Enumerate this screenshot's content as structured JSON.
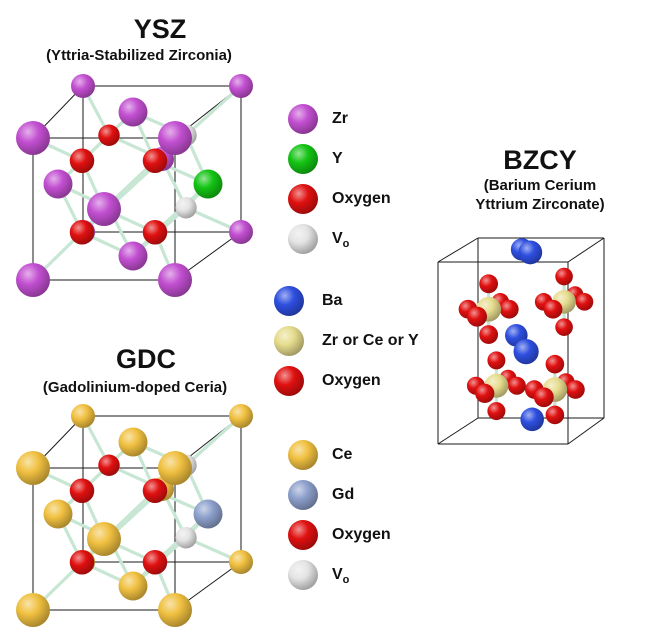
{
  "colors": {
    "zr": "#c24fd1",
    "y": "#14c414",
    "oxygen": "#e01010",
    "vacancy": "#e4e4e4",
    "ba": "#2e4fe0",
    "zr_ce_y": "#e6dc8e",
    "ce": "#f0c040",
    "gd": "#8da0cc"
  },
  "ysz": {
    "title": "YSZ",
    "subtitle": "(Yttria-Stabilized  Zirconia)",
    "legend": [
      {
        "label": "Zr",
        "color": "#c24fd1"
      },
      {
        "label": "Y",
        "color": "#14c414"
      },
      {
        "label": "Oxygen",
        "color": "#e01010"
      },
      {
        "label": "V",
        "sub": "o",
        "color": "#e4e4e4"
      }
    ]
  },
  "gdc": {
    "title": "GDC",
    "subtitle": "(Gadolinium-doped Ceria)",
    "legend": [
      {
        "label": "Ce",
        "color": "#f0c040"
      },
      {
        "label": "Gd",
        "color": "#8da0cc"
      },
      {
        "label": "Oxygen",
        "color": "#e01010"
      },
      {
        "label": "V",
        "sub": "o",
        "color": "#e4e4e4"
      }
    ]
  },
  "bzcy": {
    "title": "BZCY",
    "subtitle": "(Barium Cerium\nYttrium Zirconate)",
    "legend": [
      {
        "label": "Ba",
        "color": "#2e4fe0"
      },
      {
        "label": "Zr or Ce or Y",
        "color": "#e6dc8e"
      },
      {
        "label": "Oxygen",
        "color": "#e01010"
      }
    ]
  }
}
